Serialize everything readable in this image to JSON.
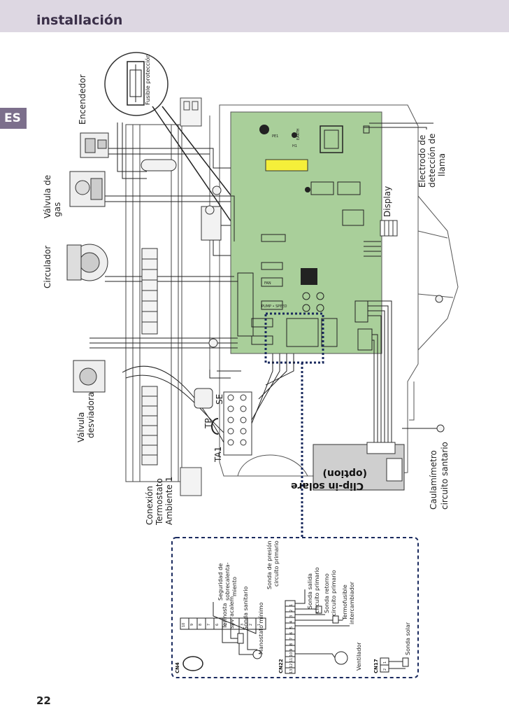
{
  "header": {
    "title": "installación"
  },
  "language_tab": "ES",
  "page_number": "22",
  "colors": {
    "header_bg": "#ddd7e2",
    "tab_bg": "#7c6f8c",
    "board_green": "#a9cf9a",
    "highlight": "#f5ef3a",
    "dotted": "#1a2a5e"
  },
  "labels": {
    "encendedor": "Encendedor",
    "fusible": "Fusible protección",
    "valvula_gas_1": "Válvula de",
    "valvula_gas_2": "gas",
    "circulador": "Circulador",
    "valvula_desv_1": "Válvula",
    "valvula_desv_2": "desviadora",
    "conexion_1": "Conexión",
    "conexion_2": "Termostato",
    "conexion_3": "Ambiente 1",
    "electrodo_1": "Electrodo de",
    "electrodo_2": "detección de",
    "electrodo_3": "llama",
    "display": "Display",
    "caudalimetro_1": "Caulamímetro",
    "caudalimetro_2": "circuito santario",
    "clip_1": "Clip-in solare",
    "clip_2": "(option)",
    "se": "SE",
    "tp": "TP",
    "ta1": "TA1"
  },
  "board_marks": {
    "fan": "FAN",
    "pump_speed": "PUMP • SPEED",
    "h1": "H1",
    "earth": "EARTH",
    "pe1": "PE1"
  },
  "inset": {
    "cn4": {
      "title": "CN4",
      "pins": [
        "10",
        "9",
        "8",
        "7",
        "6",
        "5",
        "4",
        "3",
        "2",
        "1"
      ]
    },
    "cn22": {
      "title": "CN22",
      "pins": [
        "13",
        "12",
        "11",
        "10",
        "9",
        "8",
        "7",
        "6",
        "5",
        "4",
        "3",
        "2",
        "1"
      ]
    },
    "cn17": {
      "title": "CN17",
      "pins": [
        "2",
        "1"
      ]
    },
    "sensors": {
      "seguridad_1": "Seguridad de",
      "seguridad_2": "sobrecalenta-",
      "seguridad_3": "miento",
      "termostato_1": "Termosta",
      "termostato_2": "sovracalem",
      "sonda_sanitario": "Sonda sanitario",
      "manostato": "Manostato mínimo",
      "presion_1": "Sonda de presión",
      "presion_2": "circuito primario",
      "salida_1": "Sonda salida",
      "salida_2": "circuito primario",
      "retorno_1": "Sonda retorno",
      "retorno_2": "circuito primario",
      "termofusible_1": "Termofusible",
      "termofusible_2": "intercambiador",
      "ventilador": "Ventilador",
      "sonda_solar": "Sonda solar"
    }
  }
}
